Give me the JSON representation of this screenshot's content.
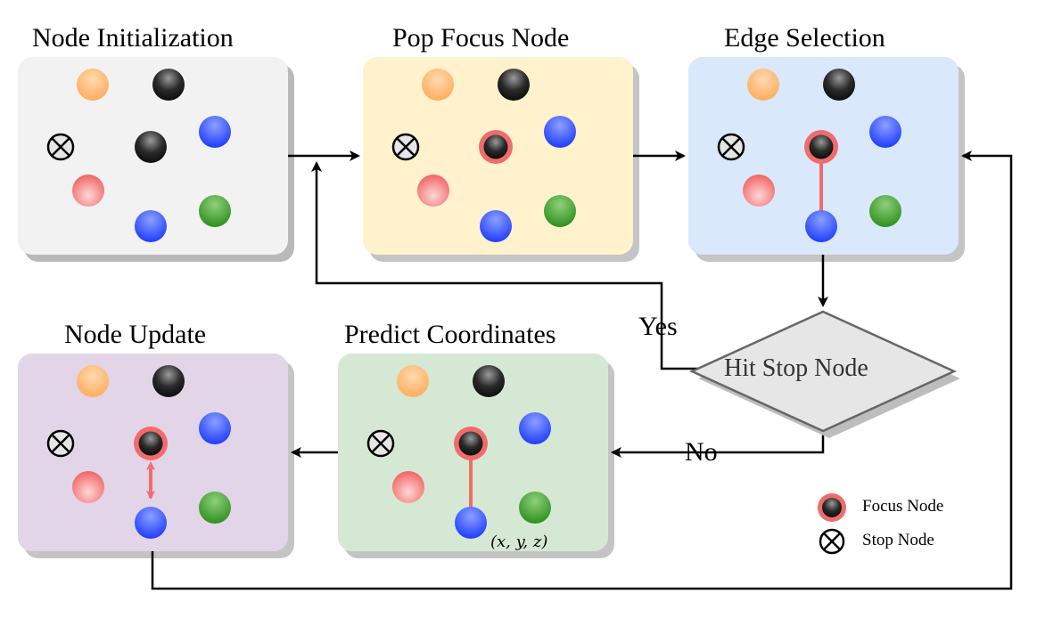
{
  "panels": {
    "node_initialization": {
      "title": "Node Initialization"
    },
    "pop_focus_node": {
      "title": "Pop Focus Node"
    },
    "edge_selection": {
      "title": "Edge Selection"
    },
    "predict_coordinates": {
      "title": "Predict Coordinates",
      "coord_label": "(x, y, z)"
    },
    "node_update": {
      "title": "Node Update"
    }
  },
  "decision": {
    "label": "Hit Stop Node",
    "yes_label": "Yes",
    "no_label": "No"
  },
  "legend": {
    "focus_node": "Focus Node",
    "stop_node": "Stop Node"
  },
  "colors": {
    "node_init_bg": "#f2f2f2",
    "pop_focus_bg": "#fff2cc",
    "edge_select_bg": "#dae8fc",
    "predict_bg": "#d5e8d4",
    "update_bg": "#e1d5e7",
    "focus_ring": "#f26b6b",
    "orange": "#ffb570",
    "black": "#1a1a1a",
    "blue": "#2b4bff",
    "red": "#f06a6a",
    "green": "#3c9a2a"
  }
}
